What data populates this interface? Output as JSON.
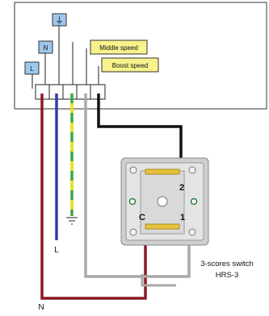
{
  "tags": {
    "earth_symbol": "⏚",
    "n": "N",
    "l": "L",
    "middle_speed": "Middle speed",
    "boost_speed": "Boost speed"
  },
  "wire_labels": {
    "l_bottom": "L",
    "n_bottom": "N"
  },
  "switch": {
    "terminal_2": "2",
    "terminal_1": "1",
    "terminal_c": "C",
    "caption_line1": "3-scores switch",
    "caption_line2": "HRS-3"
  },
  "colors": {
    "tag_blue_fill": "#9ec7ee",
    "tag_yellow_fill": "#f7f28c",
    "wire_brown": "#8b1a24",
    "wire_blue": "#2b3fa8",
    "wire_green": "#3ca64a",
    "wire_yellow": "#f1e21b",
    "wire_gray": "#a8a8a8",
    "wire_black": "#111111"
  }
}
